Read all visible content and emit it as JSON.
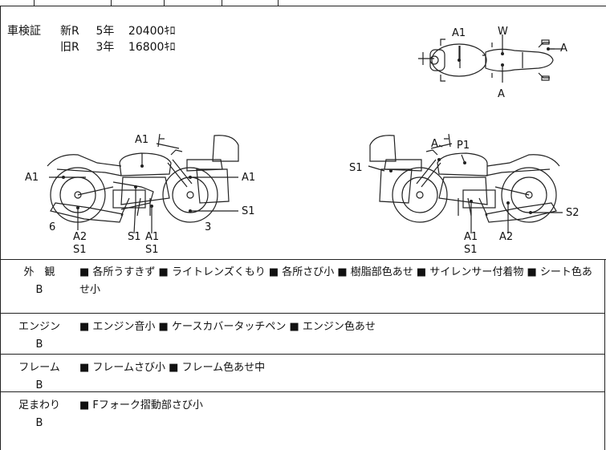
{
  "inspection": {
    "label": "車検証",
    "rows": [
      {
        "type": "新R",
        "years": "5年",
        "price": "20400ｷﾛ"
      },
      {
        "type": "旧R",
        "years": "3年",
        "price": "16800ｷﾛ"
      }
    ]
  },
  "markers": {
    "top_view": [
      "A1",
      "W",
      "A",
      "A"
    ],
    "left_view": [
      "A1",
      "A1",
      "A1",
      "S1",
      "6",
      "3",
      "A2",
      "S1",
      "S1",
      "A1",
      "S1"
    ],
    "right_view": [
      "A",
      "P1",
      "S1",
      "S2",
      "A1",
      "S1",
      "A2"
    ]
  },
  "conditions": [
    {
      "category": "外　観",
      "grade": "B",
      "notes": "■ 各所うすきず ■ ライトレンズくもり ■ 各所さび小 ■ 樹脂部色あせ ■ サイレンサー付着物 ■ シート色あせ小"
    },
    {
      "category": "エンジン",
      "grade": "B",
      "notes": "■ エンジン音小 ■ ケースカバータッチペン ■ エンジン色あせ"
    },
    {
      "category": "フレーム",
      "grade": "B",
      "notes": "■ フレームさび小 ■ フレーム色あせ中"
    },
    {
      "category": "足まわり",
      "grade": "B",
      "notes": "■ Fフォーク摺動部さび小"
    }
  ]
}
